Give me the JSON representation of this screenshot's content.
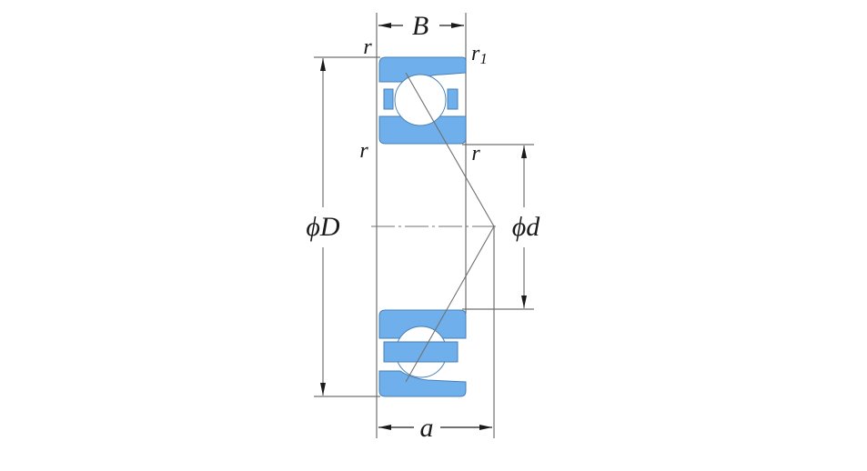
{
  "diagram": {
    "type": "angular-contact-ball-bearing-cross-section",
    "colors": {
      "ring_fill": "#6fb0ec",
      "ring_stroke": "#4a7fb5",
      "line": "#707070",
      "arrow": "#1a1a1a",
      "text": "#1a1a1a",
      "background": "#ffffff"
    },
    "labels": {
      "width": "B",
      "outer_diameter": "ϕD",
      "bore_diameter": "ϕd",
      "load_center": "a",
      "chamfer_top_left": "r",
      "chamfer_top_right": "r",
      "chamfer_top_right_sub": "1",
      "chamfer_mid_left": "r",
      "chamfer_mid_right": "r"
    }
  }
}
